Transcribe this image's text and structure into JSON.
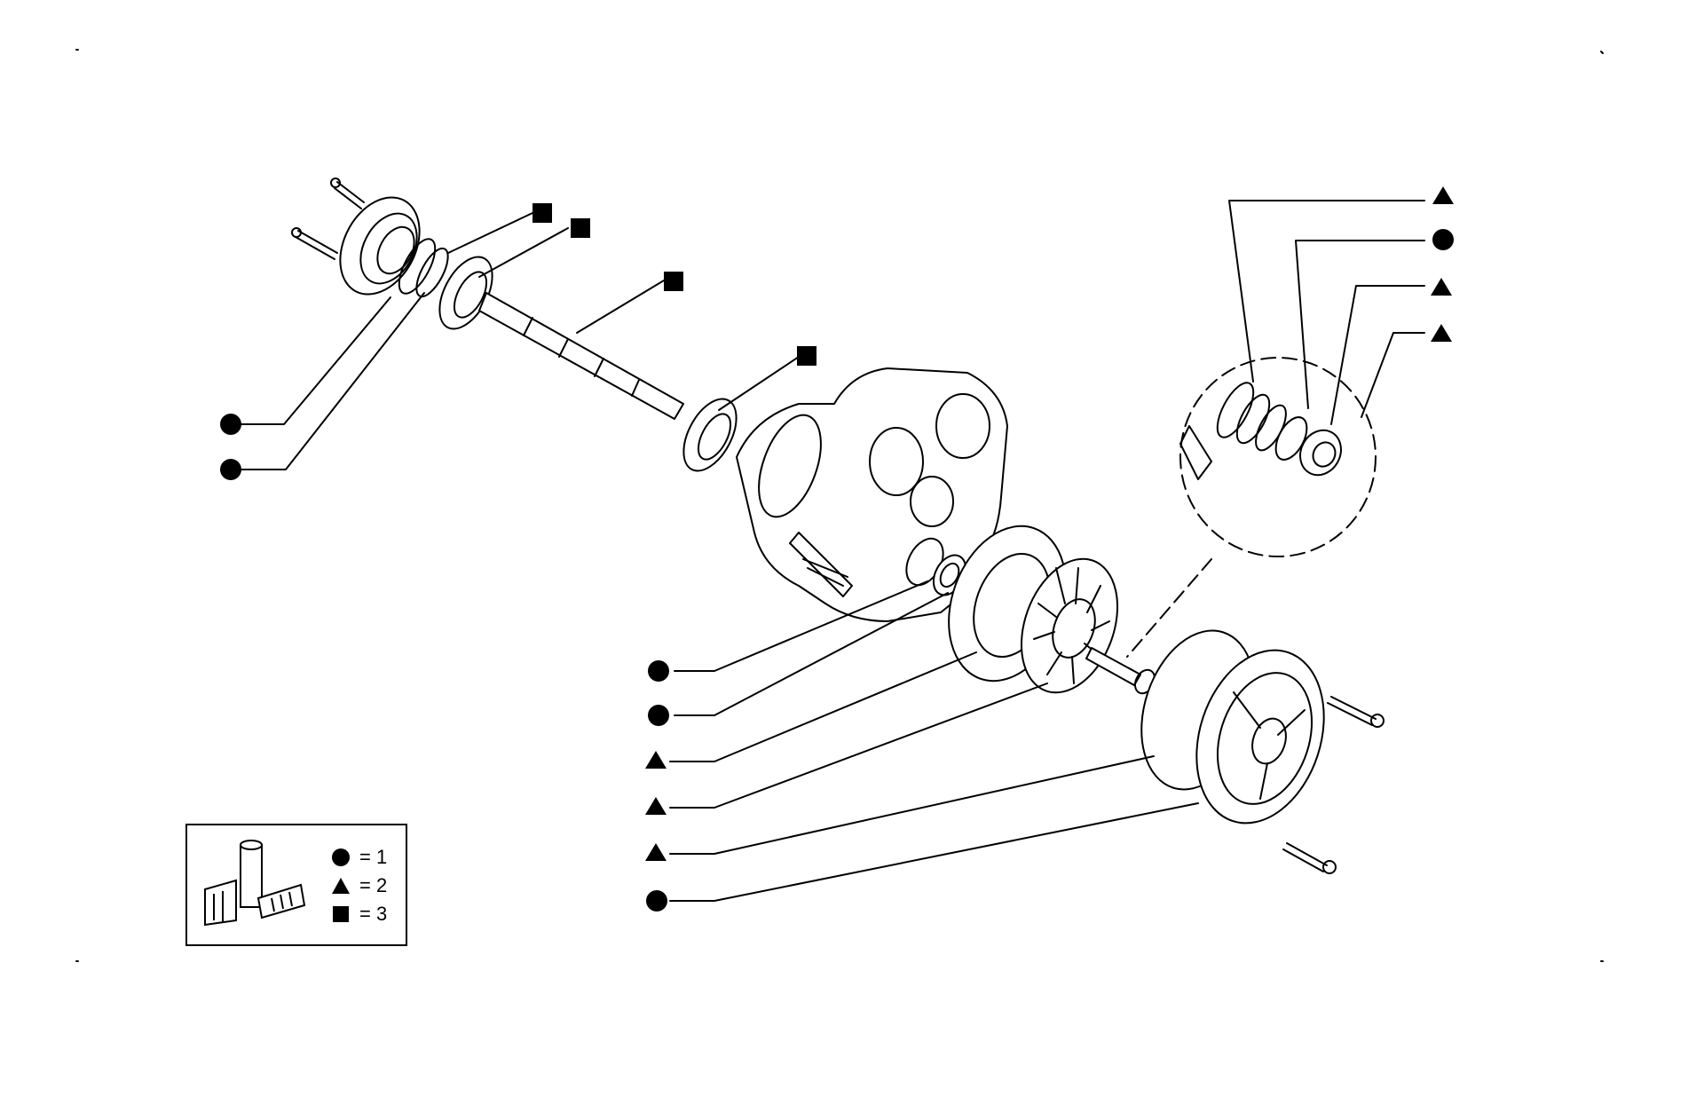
{
  "symbols": {
    "circle": "circle-icon",
    "triangle": "triangle-icon",
    "square": "square-icon"
  },
  "legend": {
    "items": [
      {
        "symbol": "circle",
        "text": "= 1"
      },
      {
        "symbol": "triangle",
        "text": "= 2"
      },
      {
        "symbol": "square",
        "text": "= 3"
      }
    ]
  },
  "callouts": [
    {
      "symbol": "square",
      "target": "shaft-seal-ring"
    },
    {
      "symbol": "square",
      "target": "front-bearing"
    },
    {
      "symbol": "square",
      "target": "drive-shaft"
    },
    {
      "symbol": "square",
      "target": "rear-bearing"
    },
    {
      "symbol": "circle",
      "target": "flange-seal-a"
    },
    {
      "symbol": "circle",
      "target": "flange-seal-b"
    },
    {
      "symbol": "circle",
      "target": "housing-seal"
    },
    {
      "symbol": "circle",
      "target": "housing-bearing"
    },
    {
      "symbol": "triangle",
      "target": "impeller-housing"
    },
    {
      "symbol": "triangle",
      "target": "impeller"
    },
    {
      "symbol": "triangle",
      "target": "cover-gasket"
    },
    {
      "symbol": "circle",
      "target": "end-cover"
    },
    {
      "symbol": "triangle",
      "target": "detail-part-1"
    },
    {
      "symbol": "circle",
      "target": "detail-part-2"
    },
    {
      "symbol": "triangle",
      "target": "detail-part-3"
    },
    {
      "symbol": "triangle",
      "target": "detail-part-4"
    }
  ]
}
